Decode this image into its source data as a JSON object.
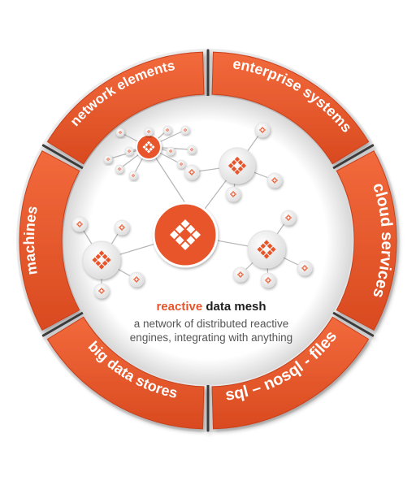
{
  "colors": {
    "accent": "#e8552a",
    "accent_dark": "#c8401c",
    "node_fill": "#f4f4f4",
    "link": "#b5b5b5",
    "separator": "#3a3a3a"
  },
  "segments": [
    {
      "label": "network elements"
    },
    {
      "label": "enterprise systems"
    },
    {
      "label": "cloud services"
    },
    {
      "label": "sql – nosql - files"
    },
    {
      "label": "big data stores"
    },
    {
      "label": "machines"
    }
  ],
  "center": {
    "title_accent": "reactive",
    "title_main": "data mesh",
    "subtitle_line1": "a network of distributed reactive",
    "subtitle_line2": "engines, integrating with anything"
  },
  "icons": {
    "engine": "reactive-engine-icon"
  }
}
